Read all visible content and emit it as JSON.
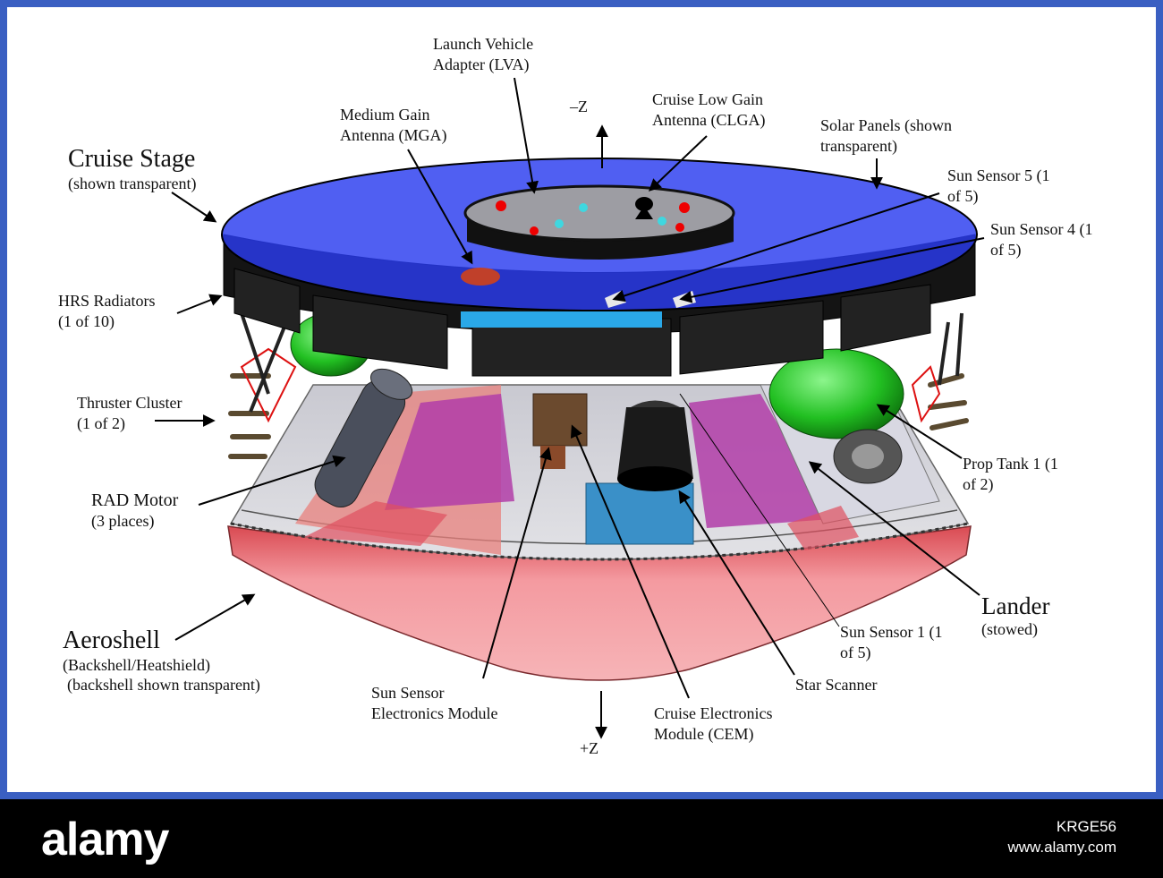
{
  "labels": {
    "lva": [
      "Launch Vehicle",
      "Adapter (LVA)"
    ],
    "minus_z": "–Z",
    "plus_z": "+Z",
    "clga": [
      "Cruise Low Gain",
      "Antenna (CLGA)"
    ],
    "mga": [
      "Medium Gain",
      "Antenna (MGA)"
    ],
    "solar": [
      "Solar Panels (shown",
      "transparent)"
    ],
    "cruise_stage": "Cruise Stage",
    "cruise_stage_sub": "(shown transparent)",
    "sun5": [
      "Sun Sensor 5 (1",
      "of 5)"
    ],
    "sun4": [
      "Sun Sensor 4 (1",
      "of 5)"
    ],
    "hrs": [
      "HRS Radiators",
      "(1 of 10)"
    ],
    "thruster": [
      "Thruster Cluster",
      "(1 of 2)"
    ],
    "prop": [
      "Prop Tank 1 (1",
      "of 2)"
    ],
    "rad": [
      "RAD Motor",
      "(3 places)"
    ],
    "lander": "Lander",
    "lander_sub": "(stowed)",
    "sun1": [
      "Sun Sensor 1 (1",
      "of 5)"
    ],
    "aeroshell": "Aeroshell",
    "aeroshell_sub": [
      "(Backshell/Heatshield)",
      "(backshell shown transparent)"
    ],
    "ssem": [
      "Sun Sensor",
      "Electronics Module"
    ],
    "cem": [
      "Cruise Electronics",
      "Module (CEM)"
    ],
    "star": "Star Scanner"
  },
  "footer": {
    "brand": "alamy",
    "image_id": "KRGE56",
    "site": "www.alamy.com"
  },
  "colors": {
    "frame": "#3a5fc2",
    "cruise_deck": "#2a3cf0",
    "heatshield": "#f07f84",
    "tank": "#2fd12f",
    "triangle_panel": "#b23da8",
    "footer": "#000000"
  }
}
